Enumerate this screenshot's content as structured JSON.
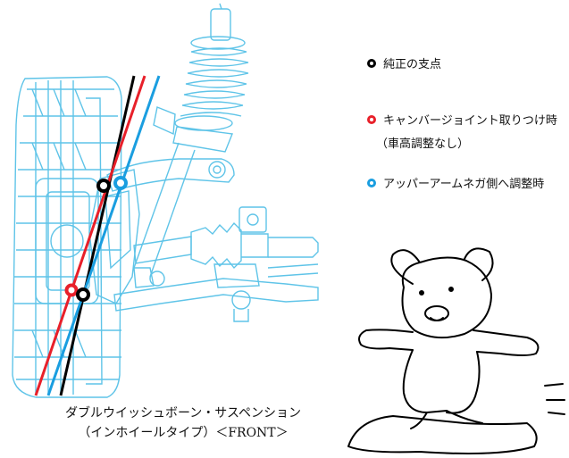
{
  "legend": {
    "stock_pivot": {
      "label": "純正の支点",
      "color": "#000000"
    },
    "camber_joint": {
      "label": "キャンバージョイント取りつけ時",
      "sublabel": "（車高調整なし）",
      "color": "#e8202a"
    },
    "upper_arm_negative": {
      "label": "アッパーアームネガ側へ調整時",
      "color": "#1a9ee0"
    }
  },
  "caption": {
    "line1": "ダブルウイッシュボーン・サスペンション",
    "line2": "（インホイールタイプ）＜FRONT＞"
  },
  "colors": {
    "line_art": "#5fc4e8",
    "black_line": "#000000",
    "red_line": "#e8202a",
    "blue_line": "#1a9ee0"
  }
}
